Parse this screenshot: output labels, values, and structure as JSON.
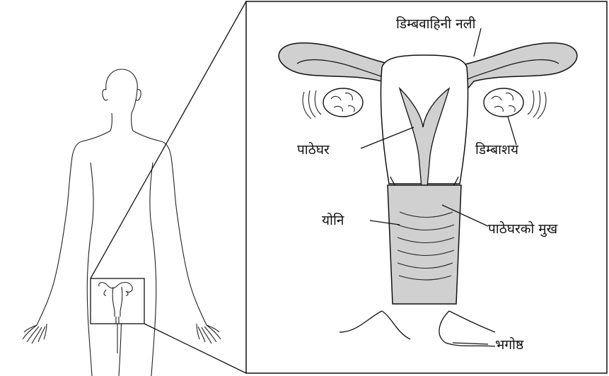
{
  "labels": {
    "fallopian_tube": "डिम्बवाहिनी नली",
    "uterus": "पाठेघर",
    "ovary": "डिम्बाशय",
    "vagina": "योनि",
    "cervix": "पाठेघरको मुख",
    "labia": "भगोष्ठ"
  },
  "colors": {
    "organ_fill": "#d0d0d0",
    "line": "#111111",
    "background": "#ffffff"
  }
}
